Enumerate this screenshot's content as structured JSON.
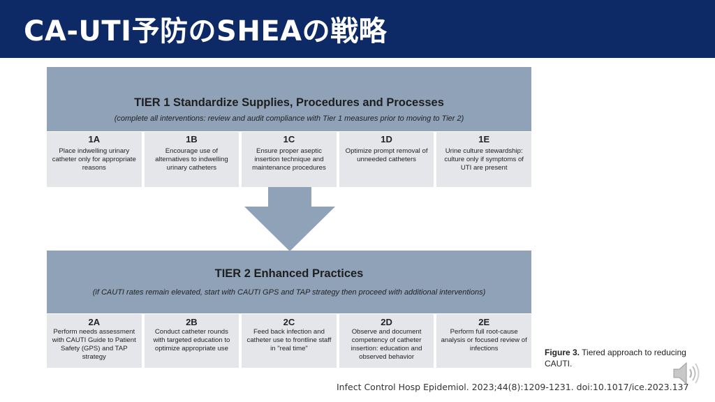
{
  "slide": {
    "title": "CA-UTI予防のSHEAの戦略"
  },
  "tier1": {
    "title": "TIER 1 Standardize Supplies, Procedures and Processes",
    "subtitle": "(complete all interventions: review and audit compliance with Tier 1 measures prior to moving to Tier 2)",
    "items": [
      {
        "id": "1A",
        "text": "Place indwelling urinary catheter only for appropriate reasons"
      },
      {
        "id": "1B",
        "text": "Encourage use of alternatives to indwelling urinary catheters"
      },
      {
        "id": "1C",
        "text": "Ensure proper aseptic insertion technique and maintenance procedures"
      },
      {
        "id": "1D",
        "text": "Optimize prompt removal of unneeded catheters"
      },
      {
        "id": "1E",
        "text": "Urine culture stewardship: culture only if symptoms of UTI are present"
      }
    ]
  },
  "tier2": {
    "title": "TIER 2 Enhanced Practices",
    "subtitle": "(if CAUTI rates remain elevated, start with CAUTI GPS and TAP strategy then proceed with additional interventions)",
    "items": [
      {
        "id": "2A",
        "text": "Perform needs assessment with CAUTI Guide to Patient Safety (GPS) and TAP strategy"
      },
      {
        "id": "2B",
        "text": "Conduct catheter rounds with targeted education to optimize appropriate use"
      },
      {
        "id": "2C",
        "text": "Feed back infection and catheter use to frontline staff in \"real time\""
      },
      {
        "id": "2D",
        "text": "Observe and document competency of catheter insertion: education and observed behavior"
      },
      {
        "id": "2E",
        "text": "Perform full root-cause analysis or focused review of infections"
      }
    ]
  },
  "caption": {
    "label": "Figure 3.",
    "text": "Tiered approach to reducing CAUTI."
  },
  "citation": "Infect Control Hosp Epidemiol. 2023;44(8):1209-1231. doi:10.1017/ice.2023.137",
  "icons": {
    "audio": "speaker-icon"
  },
  "colors": {
    "title_bar": "#0e2a66",
    "tier_header": "#8fa2b8",
    "cell": "#e4e6ea",
    "arrow": "#8fa2b8"
  }
}
